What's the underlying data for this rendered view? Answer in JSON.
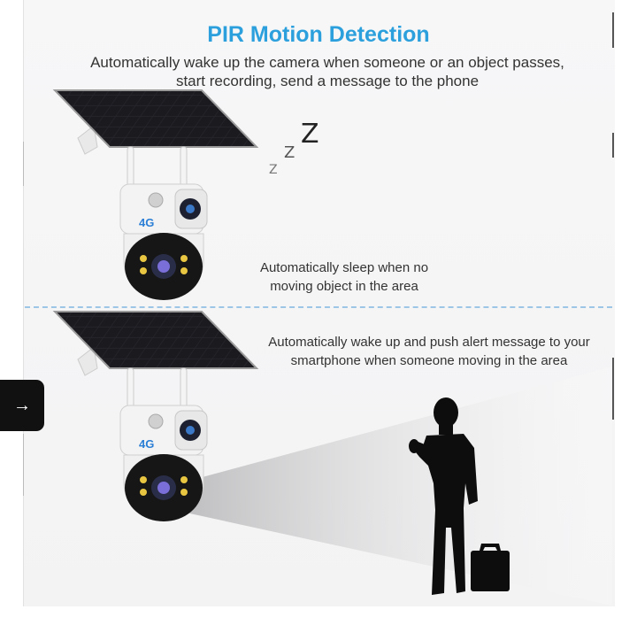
{
  "heading": {
    "title": "PIR Motion Detection",
    "subtitle": "Automatically wake up the camera when someone or an object passes, start recording, send a message to the phone"
  },
  "scene_sleep": {
    "caption": "Automatically sleep when no moving object in the area",
    "z_small": "Z",
    "z_medium": "Z",
    "z_large": "Z",
    "camera_badge": "4G"
  },
  "scene_alert": {
    "caption": "Automatically wake up and push alert message to your smartphone when someone moving in the area",
    "camera_badge": "4G"
  },
  "nav": {
    "next_arrow": "→"
  },
  "colors": {
    "title_blue": "#2ca0dc",
    "divider_dash": "#9dc6e6",
    "solar_panel": "#1f1f24",
    "camera_body": "#f2f2f2",
    "camera_dome": "#161616"
  }
}
